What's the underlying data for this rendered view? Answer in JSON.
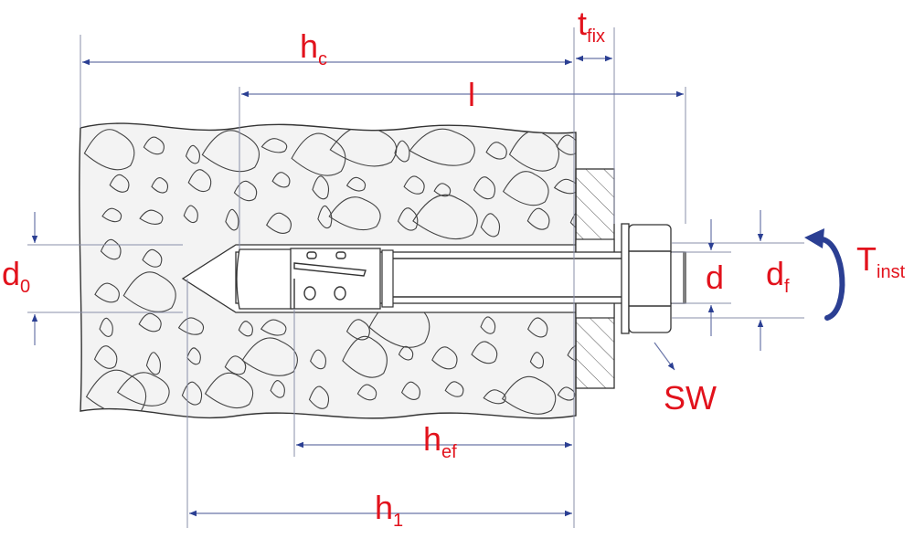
{
  "title": "Anchor installation parameters",
  "labels": {
    "hc": {
      "main": "h",
      "sub": "c"
    },
    "tfix": {
      "main": "t",
      "sub": "fix"
    },
    "l": {
      "main": "l"
    },
    "d0": {
      "main": "d",
      "sub": "0"
    },
    "d": {
      "main": "d"
    },
    "df": {
      "main": "d",
      "sub": "f"
    },
    "tinst": {
      "main": "T",
      "sub": "inst"
    },
    "sw": {
      "main": "SW"
    },
    "hef": {
      "main": "h",
      "sub": "ef"
    },
    "h1": {
      "main": "h",
      "sub": "1"
    }
  },
  "colors": {
    "label": "#e2121c",
    "arrow": "#2b3f93",
    "concrete": "#f3f3f3",
    "outline": "#333333"
  }
}
